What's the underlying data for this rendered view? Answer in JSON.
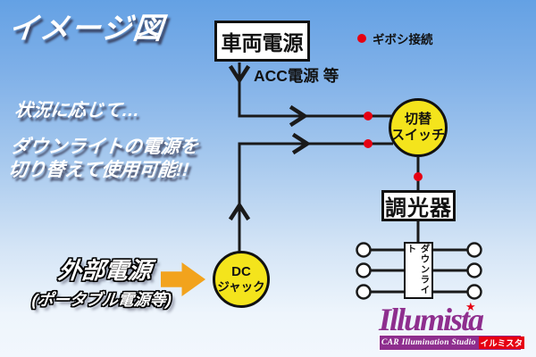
{
  "title": "イメージ図",
  "legend": {
    "label": "ギボシ接続"
  },
  "note": {
    "line1": "状況に応じて…",
    "line2": "ダウンライトの電源を",
    "line3": "切り替えて使用可能!!"
  },
  "diagram": {
    "vehicle_power": "車両電源",
    "acc_label": "ACC電源 等",
    "switch_line1": "切替",
    "switch_line2": "スイッチ",
    "dimmer": "調光器",
    "downlight": "ダウンライト",
    "dc_jack_line1": "DC",
    "dc_jack_line2": "ジャック"
  },
  "external_power": {
    "line1": "外部電源",
    "line2": "(ポータブル電源等)"
  },
  "logo": {
    "wordmark": "Illumista",
    "star": "★",
    "subtitle": "CAR Illumination Studio",
    "badge": "イルミスタ"
  },
  "colors": {
    "background_top": "#64a1e4",
    "background_bottom": "#f2f7fd",
    "node_yellow": "#f4e41c",
    "connector_red": "#e60012",
    "arrow_orange": "#f2a31d",
    "brand_purple": "#8e2e8e",
    "wire_black": "#1a1a1a"
  }
}
